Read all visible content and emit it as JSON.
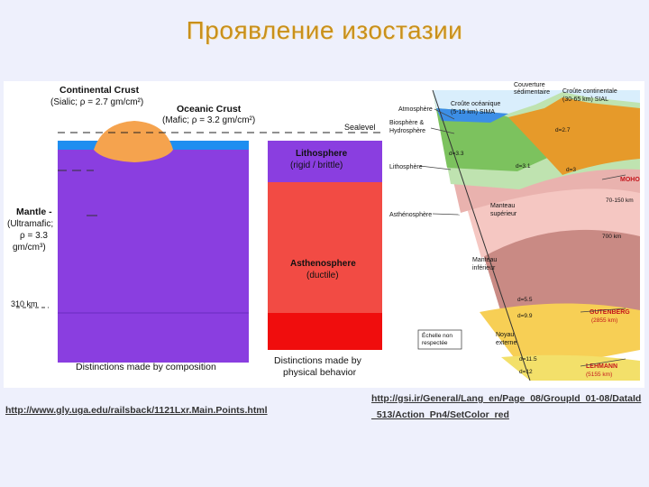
{
  "title": "Проявление изостазии",
  "left_diagram": {
    "continental_crust": {
      "name": "Continental Crust",
      "detail": "(Sialic; ρ = 2.7 gm/cm²)"
    },
    "oceanic_crust": {
      "name": "Oceanic Crust",
      "detail": "(Mafic; ρ = 3.2 gm/cm²)"
    },
    "sealevel": "Sealevel",
    "mantle": {
      "name": "Mantle -",
      "detail1": "(Ultramafic;",
      "detail2": "ρ = 3.3",
      "detail3": "gm/cm³)"
    },
    "depth_marker": "310 km",
    "lithosphere": {
      "name": "Lithosphere",
      "detail": "(rigid / brittle)"
    },
    "asthenosphere": {
      "name": "Asthenosphere",
      "detail": "(ductile)"
    },
    "caption_composition": "Distinctions made by composition",
    "caption_behavior_1": "Distinctions made by",
    "caption_behavior_2": "physical behavior"
  },
  "right_diagram": {
    "atmosphere": "Atmosphère",
    "biosphere_1": "Biosphère &",
    "biosphere_2": "Hydrosphère",
    "lithosphere": "Lithosphère",
    "asthenosphere": "Asthénosphère",
    "couverture_1": "Couverture",
    "couverture_2": "sédimentaire",
    "croute_oceanique_1": "Croûte océanique",
    "croute_oceanique_2": "(5-15 km) SIMA",
    "croute_continentale_1": "Croûte continentale",
    "croute_continentale_2": "(30-65 km) SIAL",
    "d_27": "d=2.7",
    "d_33": "d=3.3",
    "d_31": "d=3.1",
    "d_3": "d=3",
    "moho": "MOHO",
    "depth_70_150": "70-150 km",
    "manteau_sup_1": "Manteau",
    "manteau_sup_2": "supérieur",
    "depth_700": "700 km",
    "manteau_inf_1": "Manteau",
    "manteau_inf_2": "inférieur",
    "d_55": "d=5.5",
    "d_99": "d=9.9",
    "gutenberg_1": "GUTENBERG",
    "gutenberg_2": "(2855 km)",
    "noyau_1": "Noyau",
    "noyau_2": "externe",
    "echelle_1": "Échelle non",
    "echelle_2": "respectée",
    "d_115": "d=11.5",
    "d_12": "d=12",
    "lehmann_1": "LEHMANN",
    "lehmann_2": "(5155 km)"
  },
  "links": {
    "left": "http://www.gly.uga.edu/railsback/1121Lxr.Main.Points.html",
    "right": "http://gsi.ir/General/Lang_en/Page_08/GroupId_01-08/DataId_513/Action_Pn4/SetColor_red"
  }
}
